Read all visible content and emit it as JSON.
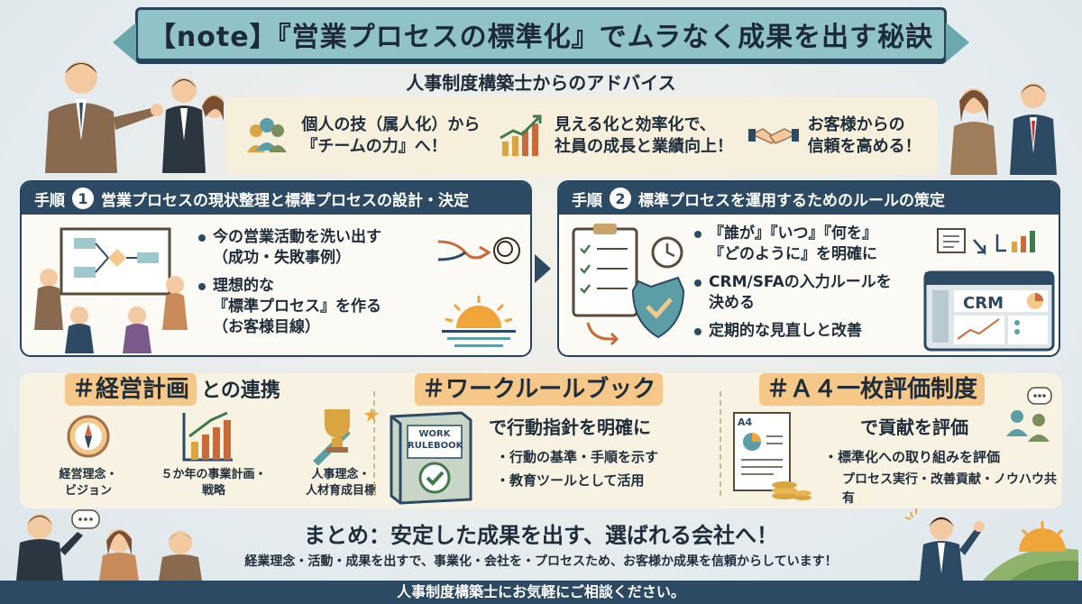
{
  "header": {
    "title": "【note】『営業プロセスの標準化』でムラなく成果を出す秘訣",
    "subtitle": "人事制度構築士からのアドバイス"
  },
  "benefits": [
    {
      "text": "個人の技（属人化）から\n『チームの力』へ！",
      "icon": "team-icon"
    },
    {
      "text": "見える化と効率化で、\n社員の成長と業績向上！",
      "icon": "growth-chart-icon"
    },
    {
      "text": "お客様からの\n信頼を高める！",
      "icon": "handshake-icon"
    }
  ],
  "step1": {
    "label": "手順",
    "number": "1",
    "title": "営業プロセスの現状整理と標準プロセスの設計・決定",
    "bullets": [
      "今の営業活動を洗い出す\n（成功・失敗事例）",
      "理想的な\n『標準プロセス』を作る\n（お客様目線）"
    ]
  },
  "step2": {
    "label": "手順",
    "number": "2",
    "title": "標準プロセスを運用するためのルールの策定",
    "bullets": [
      "『誰が』『いつ』『何を』\n『どのように』を明確に",
      "CRM/SFAの入力ルールを\n決める",
      "定期的な見直しと改善"
    ],
    "crm_label": "CRM"
  },
  "section1": {
    "title": "＃経営計画",
    "suffix": "との連携",
    "captions": [
      "経営理念・\nビジョン",
      "５か年の事業計画・\n戦略",
      "人事理念・\n人材育成目標"
    ]
  },
  "section2": {
    "title": "＃ワークルールブック",
    "subline": "で行動指針を明確に",
    "book_label": "WORK\nRULEBOOK",
    "bullets": [
      "・行動の基準・手順を示す",
      "・教育ツールとして活用"
    ]
  },
  "section3": {
    "title": "＃Ａ４一枚評価制度",
    "subline": "で貢献を評価",
    "doc_label": "A4",
    "bullets": [
      "・標準化への取り組みを評価",
      "プロセス実行・改善貢献・ノウハウ共有"
    ]
  },
  "summary": {
    "title": "まとめ：安定した成果を出す、選ばれる会社へ！",
    "text": "経業理念・活動・成果を出すで、事業化・会社を・プロセスため、お客様か成果を信頼からしています！"
  },
  "footer": {
    "text": "人事制度構築士にお気軽にご相談ください。"
  },
  "colors": {
    "navy": "#2c4a63",
    "teal": "#8fc3c7",
    "highlight": "#f5c889",
    "cream": "#f7f2e2"
  }
}
